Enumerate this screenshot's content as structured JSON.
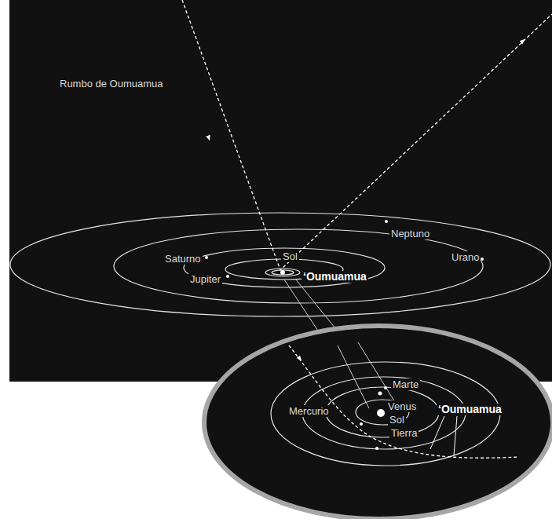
{
  "diagram": {
    "labels": [
      "Rumbo de Oumuamua",
      "Neptuno",
      "Saturno",
      "Sol",
      "Urano",
      "Jupiter",
      "‘Oumuamua",
      "Marte",
      "Venus",
      "Mercurio",
      "Sol",
      "Tierra",
      "‘Oumuamua"
    ]
  }
}
